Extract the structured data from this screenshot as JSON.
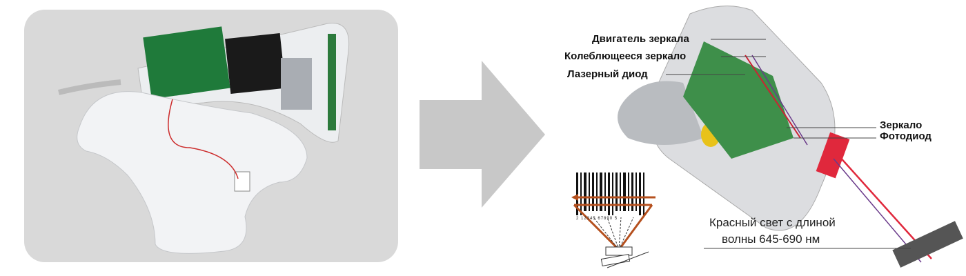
{
  "diagram": {
    "labels": {
      "mirror_motor": "Двигатель зеркала",
      "oscillating_mirror": "Колеблющееся зеркало",
      "laser_diode": "Лазерный диод",
      "mirror": "Зеркало",
      "photodiode": "Фотодиод",
      "red_light_line1": "Красный свет с длиной",
      "red_light_line2": "волны 645-690 нм"
    },
    "barcode_digits": "2  12345  67890  5"
  },
  "colors": {
    "panel": "#d9d9d9",
    "arrow": "#c8c8c8",
    "laser": "#e0283c",
    "beam": "#b5501e"
  }
}
